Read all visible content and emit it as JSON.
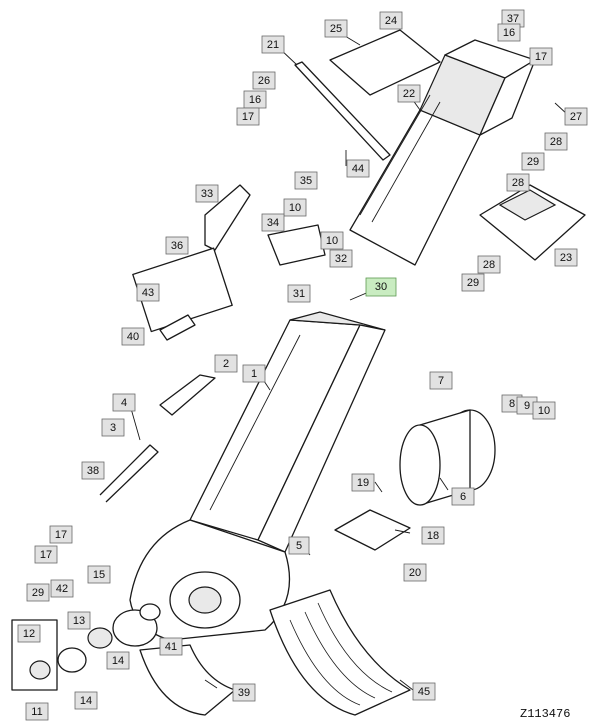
{
  "figure_id": "Z113476",
  "callouts": [
    {
      "id": "c25",
      "label": "25",
      "highlight": false
    },
    {
      "id": "c24",
      "label": "24",
      "highlight": false
    },
    {
      "id": "c37",
      "label": "37",
      "highlight": false
    },
    {
      "id": "c16a",
      "label": "16",
      "highlight": false
    },
    {
      "id": "c17a",
      "label": "17",
      "highlight": false
    },
    {
      "id": "c21",
      "label": "21",
      "highlight": false
    },
    {
      "id": "c26",
      "label": "26",
      "highlight": false
    },
    {
      "id": "c16b",
      "label": "16",
      "highlight": false
    },
    {
      "id": "c17b",
      "label": "17",
      "highlight": false
    },
    {
      "id": "c22",
      "label": "22",
      "highlight": false
    },
    {
      "id": "c27",
      "label": "27",
      "highlight": false
    },
    {
      "id": "c28a",
      "label": "28",
      "highlight": false
    },
    {
      "id": "c44",
      "label": "44",
      "highlight": false
    },
    {
      "id": "c29a",
      "label": "29",
      "highlight": false
    },
    {
      "id": "c28b",
      "label": "28",
      "highlight": false
    },
    {
      "id": "c35",
      "label": "35",
      "highlight": false
    },
    {
      "id": "c33",
      "label": "33",
      "highlight": false
    },
    {
      "id": "c10a",
      "label": "10",
      "highlight": false
    },
    {
      "id": "c34",
      "label": "34",
      "highlight": false
    },
    {
      "id": "c10b",
      "label": "10",
      "highlight": false
    },
    {
      "id": "c36",
      "label": "36",
      "highlight": false
    },
    {
      "id": "c32",
      "label": "32",
      "highlight": false
    },
    {
      "id": "c23",
      "label": "23",
      "highlight": false
    },
    {
      "id": "c28c",
      "label": "28",
      "highlight": false
    },
    {
      "id": "c29b",
      "label": "29",
      "highlight": false
    },
    {
      "id": "c43",
      "label": "43",
      "highlight": false
    },
    {
      "id": "c31",
      "label": "31",
      "highlight": false
    },
    {
      "id": "c30",
      "label": "30",
      "highlight": true
    },
    {
      "id": "c40",
      "label": "40",
      "highlight": false
    },
    {
      "id": "c2",
      "label": "2",
      "highlight": false
    },
    {
      "id": "c1",
      "label": "1",
      "highlight": false
    },
    {
      "id": "c7",
      "label": "7",
      "highlight": false
    },
    {
      "id": "c4",
      "label": "4",
      "highlight": false
    },
    {
      "id": "c8",
      "label": "8",
      "highlight": false
    },
    {
      "id": "c9",
      "label": "9",
      "highlight": false
    },
    {
      "id": "c10c",
      "label": "10",
      "highlight": false
    },
    {
      "id": "c3",
      "label": "3",
      "highlight": false
    },
    {
      "id": "c38",
      "label": "38",
      "highlight": false
    },
    {
      "id": "c19",
      "label": "19",
      "highlight": false
    },
    {
      "id": "c6",
      "label": "6",
      "highlight": false
    },
    {
      "id": "c17c",
      "label": "17",
      "highlight": false
    },
    {
      "id": "c18",
      "label": "18",
      "highlight": false
    },
    {
      "id": "c17d",
      "label": "17",
      "highlight": false
    },
    {
      "id": "c5",
      "label": "5",
      "highlight": false
    },
    {
      "id": "c15",
      "label": "15",
      "highlight": false
    },
    {
      "id": "c20",
      "label": "20",
      "highlight": false
    },
    {
      "id": "c29c",
      "label": "29",
      "highlight": false
    },
    {
      "id": "c42",
      "label": "42",
      "highlight": false
    },
    {
      "id": "c13",
      "label": "13",
      "highlight": false
    },
    {
      "id": "c12",
      "label": "12",
      "highlight": false
    },
    {
      "id": "c41",
      "label": "41",
      "highlight": false
    },
    {
      "id": "c14a",
      "label": "14",
      "highlight": false
    },
    {
      "id": "c39",
      "label": "39",
      "highlight": false
    },
    {
      "id": "c45",
      "label": "45",
      "highlight": false
    },
    {
      "id": "c14b",
      "label": "14",
      "highlight": false
    },
    {
      "id": "c11",
      "label": "11",
      "highlight": false
    }
  ]
}
